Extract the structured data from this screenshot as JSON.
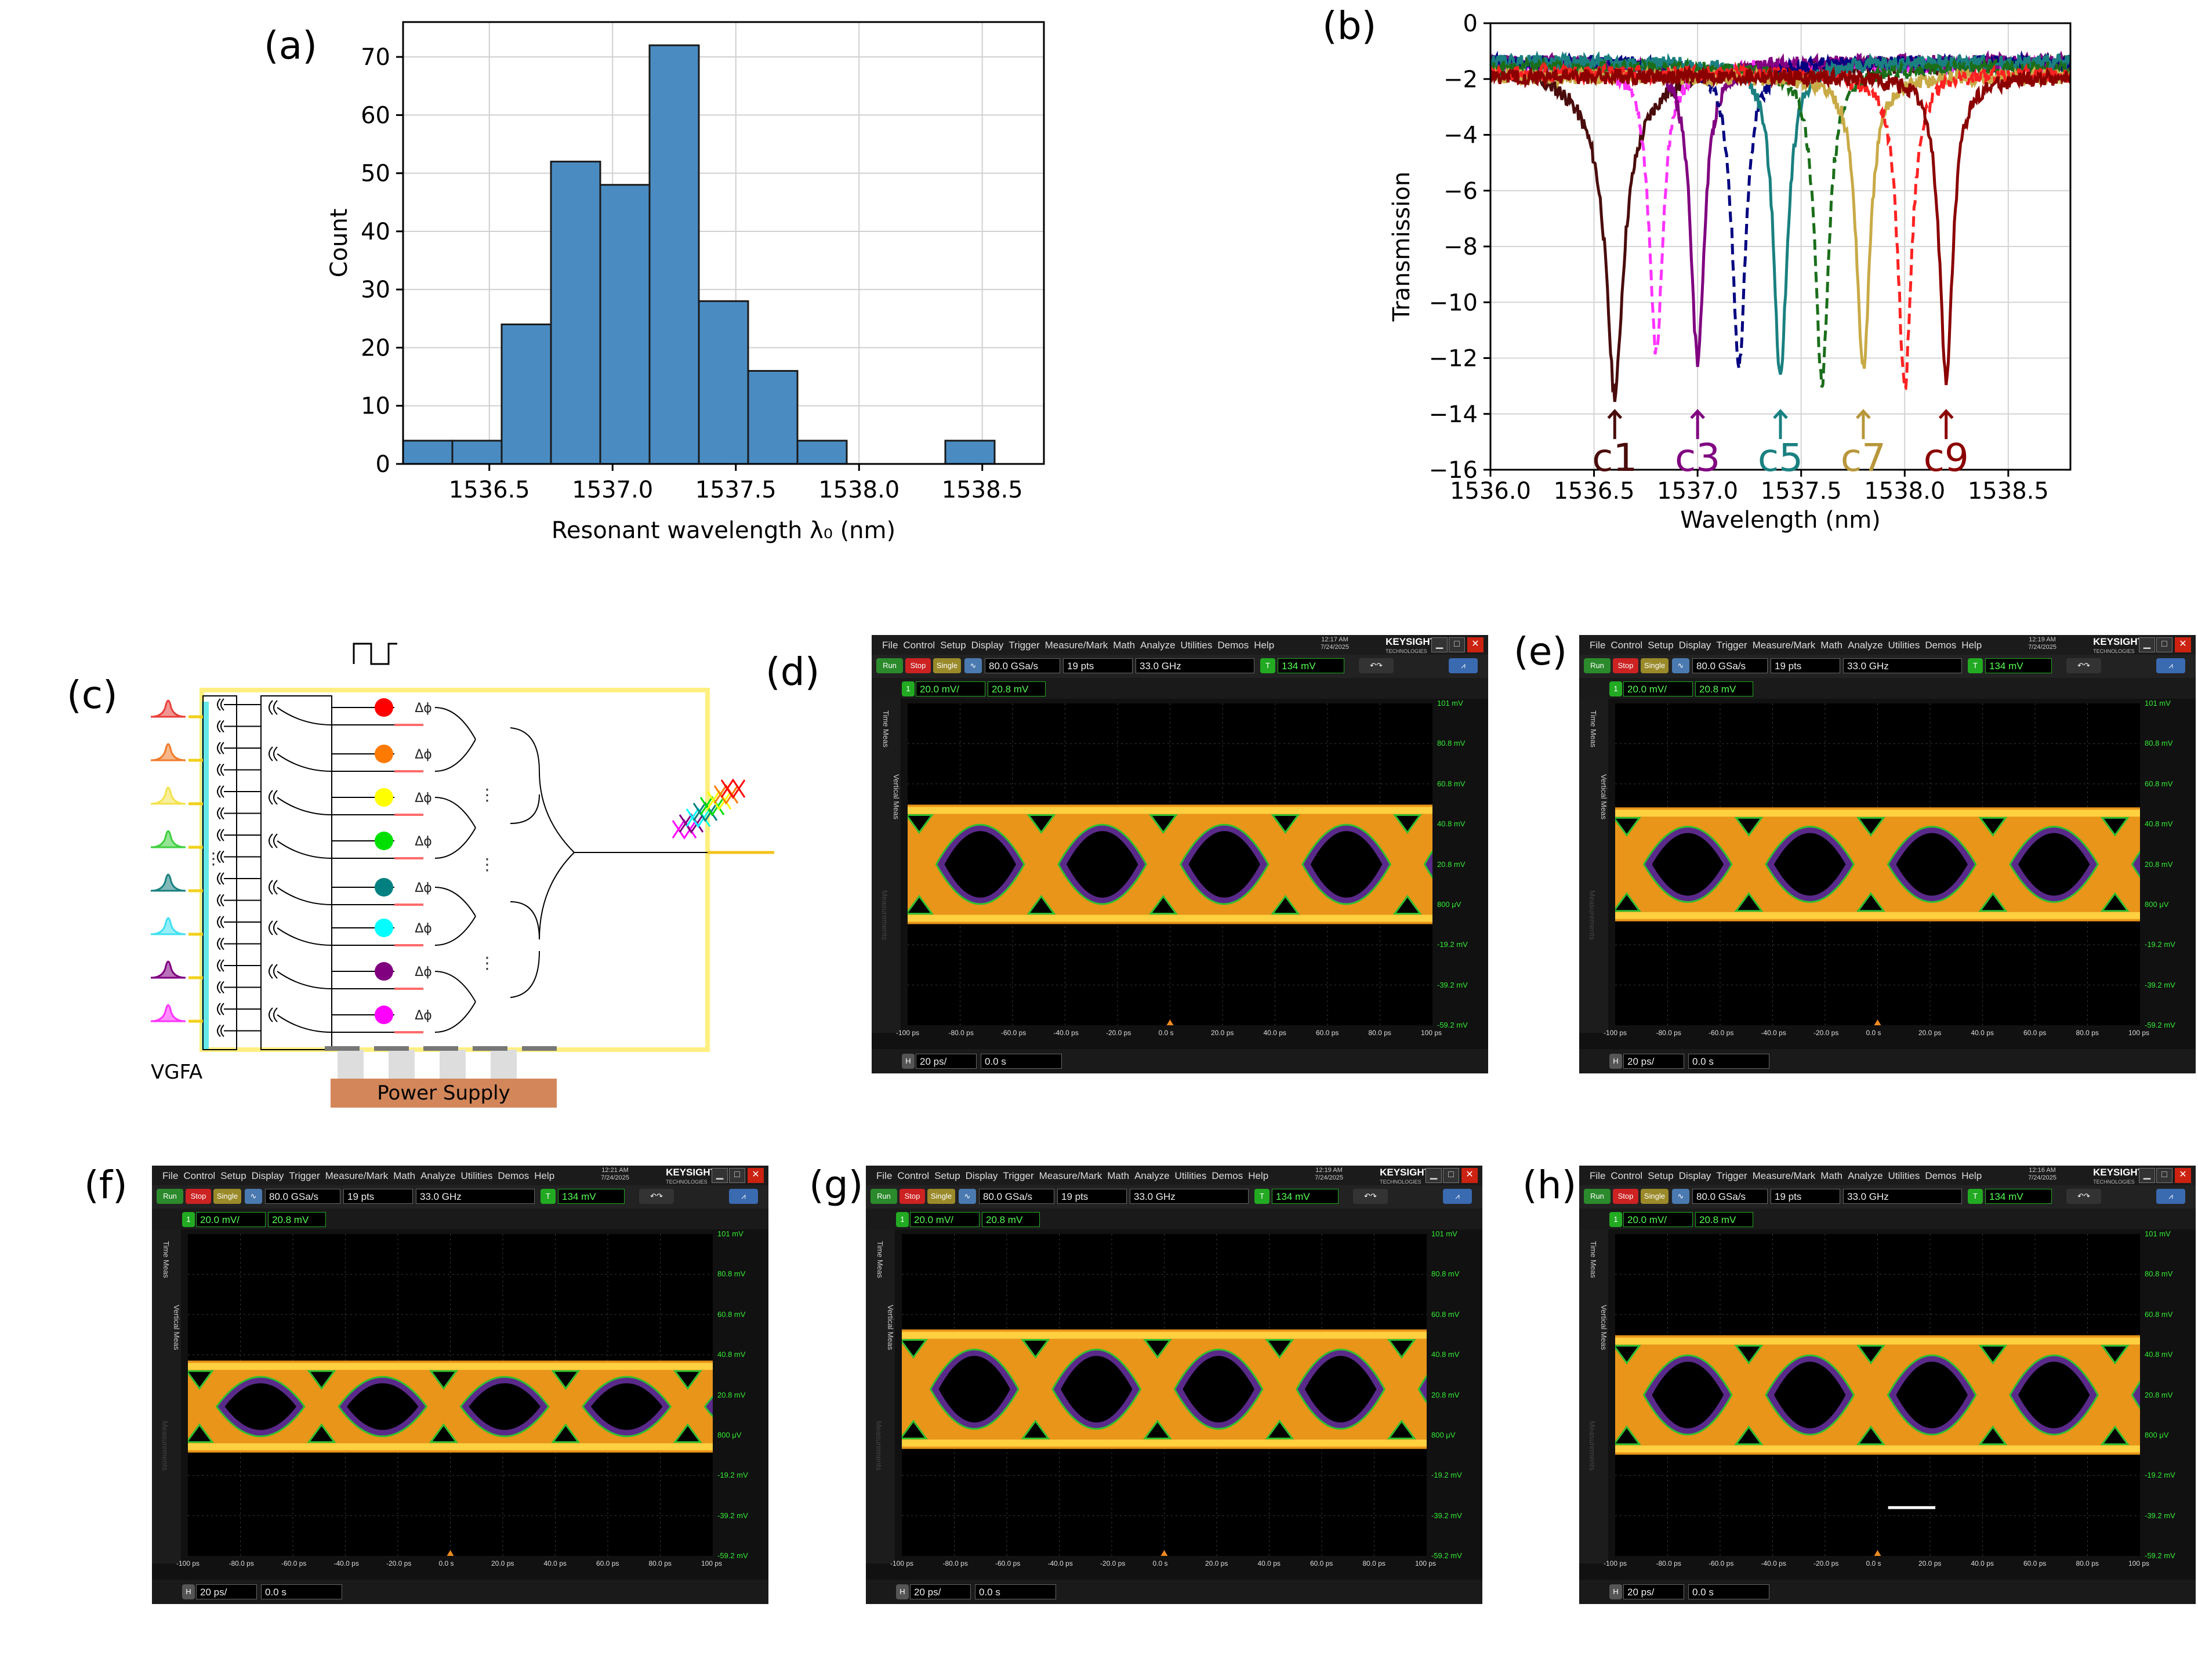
{
  "panel_labels": {
    "a": "(a)",
    "b": "(b)",
    "c": "(c)",
    "d": "(d)",
    "e": "(e)",
    "f": "(f)",
    "g": "(g)",
    "h": "(h)"
  },
  "chart_data": [
    {
      "type": "bar",
      "panel": "a",
      "xlabel": "Resonant wavelength λ₀ (nm)",
      "ylabel": "Count",
      "xlim": [
        1536.15,
        1538.75
      ],
      "ylim": [
        0,
        76
      ],
      "xticks": [
        "1536.5",
        "1537.0",
        "1537.5",
        "1538.0",
        "1538.5"
      ],
      "xtick_values": [
        1536.5,
        1537.0,
        1537.5,
        1538.0,
        1538.5
      ],
      "yticks": [
        0,
        10,
        20,
        30,
        40,
        50,
        60,
        70
      ],
      "bin_edges": [
        1536.15,
        1536.35,
        1536.55,
        1536.75,
        1536.95,
        1537.15,
        1537.35,
        1537.55,
        1537.75,
        1537.95,
        1538.15,
        1538.35,
        1538.55
      ],
      "values": [
        4,
        4,
        24,
        52,
        48,
        72,
        28,
        16,
        4,
        0,
        0,
        4
      ],
      "grid": true,
      "bar_color": "#4a8cc2"
    },
    {
      "type": "line",
      "panel": "b",
      "xlabel": "Wavelength (nm)",
      "ylabel": "Transmission",
      "xlim": [
        1536.0,
        1538.8
      ],
      "ylim": [
        -16,
        0
      ],
      "xticks": [
        "1536.0",
        "1536.5",
        "1537.0",
        "1537.5",
        "1538.0",
        "1538.5"
      ],
      "xtick_values": [
        1536.0,
        1536.5,
        1537.0,
        1537.5,
        1538.0,
        1538.5
      ],
      "yticks": [
        "−16",
        "−14",
        "−12",
        "−10",
        "−8",
        "−6",
        "−4",
        "−2",
        "0"
      ],
      "ytick_values": [
        -16,
        -14,
        -12,
        -10,
        -8,
        -6,
        -4,
        -2,
        0
      ],
      "grid": true,
      "series": [
        {
          "center": 1536.6,
          "depth": -13.3,
          "width": 0.045,
          "baseline": -1.5,
          "color": "#4a0c0c",
          "dash": false,
          "broad": true
        },
        {
          "center": 1536.8,
          "depth": -11.8,
          "width": 0.04,
          "baseline": -1.5,
          "color": "#ff33ff",
          "dash": true
        },
        {
          "center": 1537.0,
          "depth": -12.1,
          "width": 0.04,
          "baseline": -1.4,
          "color": "#800080",
          "dash": false
        },
        {
          "center": 1537.2,
          "depth": -12.3,
          "width": 0.04,
          "baseline": -1.4,
          "color": "#000080",
          "dash": true
        },
        {
          "center": 1537.4,
          "depth": -12.7,
          "width": 0.04,
          "baseline": -1.4,
          "color": "#1a8080",
          "dash": false
        },
        {
          "center": 1537.6,
          "depth": -12.9,
          "width": 0.04,
          "baseline": -1.6,
          "color": "#1a6e1a",
          "dash": true
        },
        {
          "center": 1537.8,
          "depth": -12.4,
          "width": 0.04,
          "baseline": -1.9,
          "color": "#c8aa46",
          "dash": false
        },
        {
          "center": 1538.0,
          "depth": -13.0,
          "width": 0.04,
          "baseline": -1.8,
          "color": "#ff2222",
          "dash": true
        },
        {
          "center": 1538.2,
          "depth": -12.7,
          "width": 0.04,
          "baseline": -1.9,
          "color": "#8b0000",
          "dash": false
        }
      ],
      "annotations": [
        {
          "text": "c1",
          "x": 1536.6,
          "color": "#4a0c0c"
        },
        {
          "text": "c3",
          "x": 1537.0,
          "color": "#800080"
        },
        {
          "text": "c5",
          "x": 1537.4,
          "color": "#1a8080"
        },
        {
          "text": "c7",
          "x": 1537.8,
          "color": "#b8963a"
        },
        {
          "text": "c9",
          "x": 1538.2,
          "color": "#8b0000"
        }
      ]
    }
  ],
  "diagram_c": {
    "left_label": "VGFA",
    "power_supply_label": "Power Supply",
    "phase_label": "Δϕ",
    "dots_label": "⋮",
    "source_colors": [
      "#e8403a",
      "#f07a2a",
      "#f2e24a",
      "#3ecf3e",
      "#1a8080",
      "#40e0f0",
      "#800080",
      "#ff33ff"
    ],
    "dot_colors": [
      "#ff0000",
      "#ff7a00",
      "#ffff00",
      "#00e000",
      "#008080",
      "#00ffff",
      "#800080",
      "#ff00ff"
    ]
  },
  "scope": {
    "menu": [
      "File",
      "Control",
      "Setup",
      "Display",
      "Trigger",
      "Measure/Mark",
      "Math",
      "Analyze",
      "Utilities",
      "Demos",
      "Help"
    ],
    "brand": "KEYSIGHT",
    "brand_sub": "TECHNOLOGIES",
    "date": "7/24/2025",
    "run_label": "Run",
    "stop_label": "Stop",
    "single_label": "Single",
    "sample_rate": "80.0 GSa/s",
    "points": "19 pts",
    "bandwidth": "33.0 GHz",
    "trigger_level": "134 mV",
    "ch_scale": "20.0 mV/",
    "ch_offset": "20.8 mV",
    "time_scale": "20 ps/",
    "time_offset": "0.0 s",
    "side_tabs": [
      "Time Meas",
      "Vertical Meas"
    ],
    "side_bottom": "Measurements",
    "y_labels": [
      "101 mV",
      "80.8 mV",
      "60.8 mV",
      "40.8 mV",
      "20.8 mV",
      "800 μV",
      "-19.2 mV",
      "-39.2 mV",
      "-59.2 mV"
    ],
    "x_labels": [
      "-100 ps",
      "-80.0 ps",
      "-60.0 ps",
      "-40.0 ps",
      "-20.0 ps",
      "0.0 s",
      "20.0 ps",
      "40.0 ps",
      "60.0 ps",
      "80.0 ps",
      "100 ps"
    ],
    "panels": [
      {
        "id": "d",
        "time": "12:17 AM"
      },
      {
        "id": "e",
        "time": "12:19 AM"
      },
      {
        "id": "f",
        "time": "12:21 AM"
      },
      {
        "id": "g",
        "time": "12:19 AM"
      },
      {
        "id": "h",
        "time": "12:16 AM"
      }
    ]
  }
}
